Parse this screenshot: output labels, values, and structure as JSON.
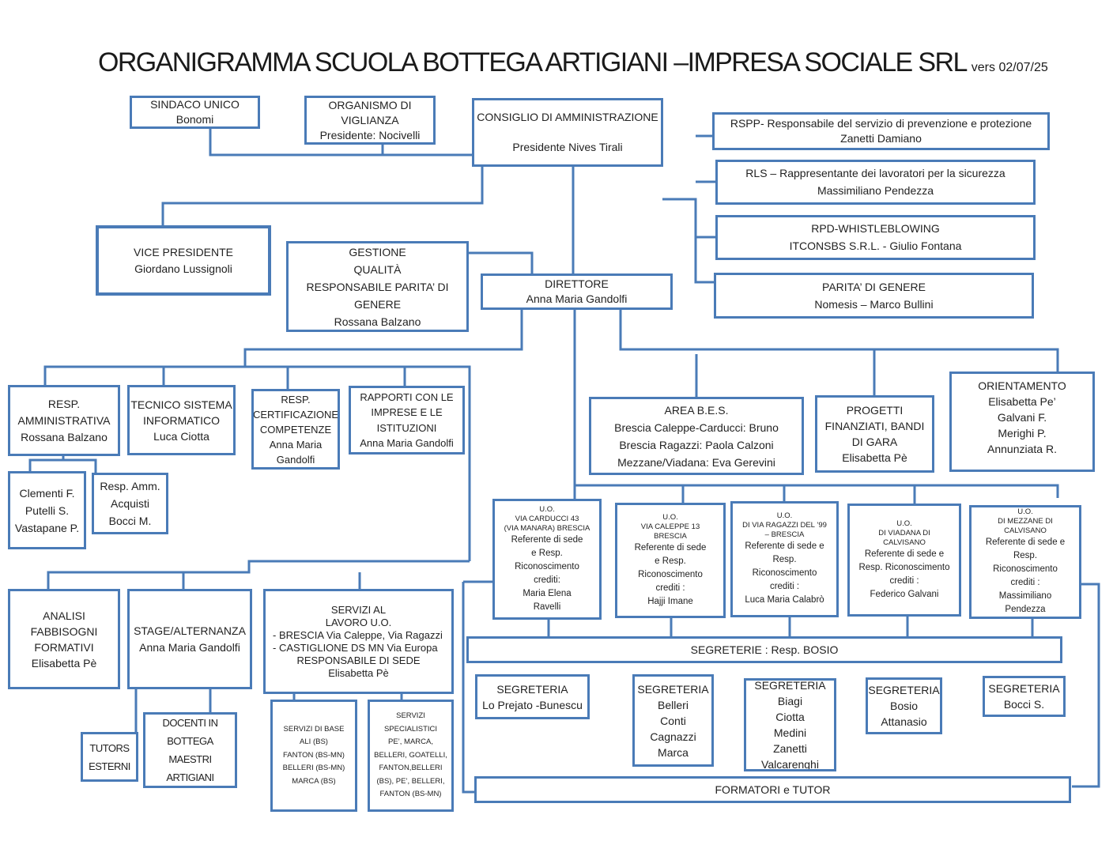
{
  "title": {
    "main": "ORGANIGRAMMA SCUOLA BOTTEGA ARTIGIANI –IMPRESA SOCIALE SRL",
    "version": "vers  02/07/25"
  },
  "boxes": {
    "sindaco": [
      "SINDACO UNICO",
      "Bonomi"
    ],
    "odv": [
      "ORGANISMO DI",
      "VIGLIANZA",
      "Presidente: Nocivelli"
    ],
    "cda": [
      "CONSIGLIO DI AMMINISTRAZIONE",
      "",
      "Presidente Nives Tirali"
    ],
    "rspp": [
      "RSPP- Responsabile del servizio di prevenzione e protezione",
      "Zanetti Damiano"
    ],
    "rls": [
      "RLS – Rappresentante  dei lavoratori per la  sicurezza",
      "Massimiliano Pendezza"
    ],
    "rpd": [
      "RPD-WHISTLEBLOWING",
      "ITCONSBS S.R.L.  - Giulio Fontana"
    ],
    "parita": [
      "PARITA’ DI GENERE",
      "Nomesis – Marco Bullini"
    ],
    "vice": [
      "VICE PRESIDENTE",
      "Giordano Lussignoli"
    ],
    "gestione": [
      "GESTIONE",
      "QUALITÀ",
      "RESPONSABILE PARITA’ DI",
      "GENERE",
      "Rossana Balzano"
    ],
    "direttore": [
      "DIRETTORE",
      "Anna Maria Gandolfi"
    ],
    "resp_amm": [
      "RESP.",
      "AMMINISTRATIVA",
      "Rossana Balzano"
    ],
    "tecnico": [
      "TECNICO SISTEMA",
      "INFORMATICO",
      "Luca Ciotta"
    ],
    "cert": [
      "RESP.",
      "CERTIFICAZIONE",
      "COMPETENZE",
      "Anna Maria",
      "Gandolfi"
    ],
    "rapporti": [
      "RAPPORTI CON LE",
      "IMPRESE E LE",
      "ISTITUZIONI",
      "Anna Maria Gandolfi"
    ],
    "clementi": [
      "Clementi F.",
      "Putelli S.",
      "Vastapane P."
    ],
    "acquisti": [
      "Resp. Amm.",
      "Acquisti",
      "Bocci M."
    ],
    "bes": [
      "AREA B.E.S.",
      "Brescia Caleppe-Carducci: Bruno",
      "Brescia Ragazzi: Paola Calzoni",
      "Mezzane/Viadana: Eva Gerevini"
    ],
    "progetti": [
      "PROGETTI",
      "FINANZIATI, BANDI",
      "DI GARA",
      "Elisabetta Pè"
    ],
    "orientamento": [
      "ORIENTAMENTO",
      "Elisabetta Pe’",
      "Galvani F.",
      "Merighi P.",
      "Annunziata R."
    ],
    "analisi": [
      "ANALISI",
      "FABBISOGNI",
      "FORMATIVI",
      "Elisabetta Pè"
    ],
    "stage": [
      "STAGE/ALTERNANZA",
      "Anna Maria Gandolfi"
    ],
    "servizi_lavoro": [
      "SERVIZI AL",
      "LAVORO U.O.",
      "- BRESCIA   Via Caleppe, Via Ragazzi",
      "- CASTIGLIONE DS MN Via Europa",
      "RESPONSABILE DI SEDE",
      "Elisabetta Pè"
    ],
    "tutors": [
      "TUTORS",
      "ESTERNI"
    ],
    "docenti": [
      "DOCENTI IN",
      "BOTTEGA",
      "MAESTRI",
      "ARTIGIANI"
    ],
    "servizi_base": [
      "SERVIZI DI BASE",
      "ALI  (BS)",
      "FANTON (BS-MN)",
      "BELLERI (BS-MN)",
      "MARCA (BS)"
    ],
    "servizi_spec": [
      "SERVIZI",
      "SPECIALISTICI",
      "PE’, MARCA,",
      "BELLERI, GOATELLI,",
      "FANTON,BELLERI",
      "(BS), PE’, BELLERI,",
      "FANTON (BS-MN)"
    ],
    "uo_carducci": {
      "header": [
        "U.O.",
        "VIA CARDUCCI 43",
        "(VIA MANARA) BRESCIA"
      ],
      "body": [
        "Referente di sede",
        "e Resp.",
        "Riconoscimento",
        "crediti:",
        "Maria Elena",
        "Ravelli"
      ]
    },
    "uo_caleppe": {
      "header": [
        "U.O.",
        "VIA CALEPPE 13",
        "BRESCIA"
      ],
      "body": [
        "Referente di sede",
        "e Resp.",
        "Riconoscimento",
        "crediti :",
        "Hajji Imane"
      ]
    },
    "uo_ragazzi": {
      "header": [
        "U.O.",
        "DI VIA RAGAZZI DEL ’99",
        "– BRESCIA"
      ],
      "body": [
        "Referente di sede e",
        "Resp.",
        "Riconoscimento",
        "crediti :",
        "Luca Maria Calabrò"
      ]
    },
    "uo_viadana": {
      "header": [
        "U.O.",
        "DI VIADANA DI",
        "CALVISANO"
      ],
      "body": [
        "Referente di sede e",
        "Resp. Riconoscimento",
        "crediti :",
        "Federico Galvani"
      ]
    },
    "uo_mezzane": {
      "header": [
        "U.O.",
        "DI MEZZANE DI",
        "CALVISANO"
      ],
      "body": [
        "Referente di sede e",
        "Resp.",
        "Riconoscimento",
        "crediti :",
        "Massimiliano",
        "Pendezza"
      ]
    },
    "segreterie": [
      "SEGRETERIE : Resp. BOSIO"
    ],
    "seg1": [
      "SEGRETERIA",
      "Lo Prejato -Bunescu"
    ],
    "seg2": [
      "SEGRETERIA",
      "Belleri",
      "Conti",
      "Cagnazzi",
      "Marca"
    ],
    "seg3": [
      "SEGRETERIA",
      "Biagi",
      "Ciotta",
      "Medini",
      "Zanetti",
      "Valcarenghi"
    ],
    "seg4": [
      "SEGRETERIA",
      "Bosio",
      "Attanasio"
    ],
    "seg5": [
      "SEGRETERIA",
      "Bocci S."
    ],
    "formatori": [
      "FORMATORI e TUTOR"
    ]
  }
}
